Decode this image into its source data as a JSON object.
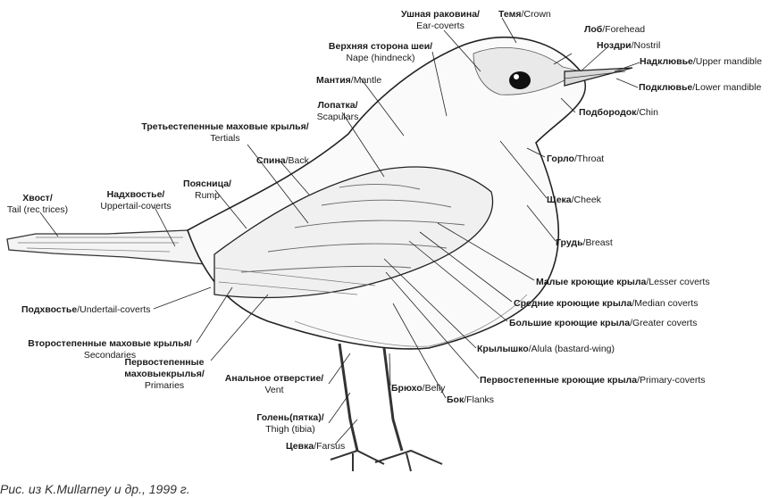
{
  "labels": [
    {
      "id": "ear_coverts",
      "ru": "Ушная раковина/",
      "en": "Ear-coverts"
    },
    {
      "id": "crown",
      "ru": "Темя",
      "en": "/Crown"
    },
    {
      "id": "forehead",
      "ru": "Лоб",
      "en": "/Forehead"
    },
    {
      "id": "nostril",
      "ru": "Ноздри",
      "en": "/Nostril"
    },
    {
      "id": "upper_mandible",
      "ru": "Надклювье",
      "en": "/Upper mandible"
    },
    {
      "id": "lower_mandible",
      "ru": "Подклювье",
      "en": "/Lower mandible"
    },
    {
      "id": "chin",
      "ru": "Подбородок",
      "en": "/Chin"
    },
    {
      "id": "nape",
      "ru": "Верхняя сторона шеи/",
      "en": "Nape (hindneck)"
    },
    {
      "id": "mantle",
      "ru": "Мантия",
      "en": "/Mantle"
    },
    {
      "id": "scapulars",
      "ru": "Лопатка/",
      "en": "Scapulars"
    },
    {
      "id": "tertials",
      "ru": "Третьестепенные маховые крылья/",
      "en": "Tertials"
    },
    {
      "id": "back",
      "ru": "Спина",
      "en": "/Back"
    },
    {
      "id": "rump",
      "ru": "Поясница/",
      "en": "Rump"
    },
    {
      "id": "uppertail_coverts",
      "ru": "Надхвостье/",
      "en": "Uppertail-coverts"
    },
    {
      "id": "tail",
      "ru": "Хвост/",
      "en": "Tail (rec trices)"
    },
    {
      "id": "throat",
      "ru": "Горло",
      "en": "/Throat"
    },
    {
      "id": "cheek",
      "ru": "Щека",
      "en": "/Cheek"
    },
    {
      "id": "breast",
      "ru": "Грудь",
      "en": "/Breast"
    },
    {
      "id": "lesser_coverts",
      "ru": "Малые кроющие крыла",
      "en": "/Lesser coverts"
    },
    {
      "id": "median_coverts",
      "ru": "Средние кроющие крыла",
      "en": "/Median coverts"
    },
    {
      "id": "greater_coverts",
      "ru": "Большие кроющие крыла",
      "en": "/Greater coverts"
    },
    {
      "id": "alula",
      "ru": "Крылышко",
      "en": "/Alula (bastard-wing)"
    },
    {
      "id": "primary_coverts",
      "ru": "Первостепенные кроющие крыла",
      "en": "/Primary-coverts"
    },
    {
      "id": "undertail_coverts",
      "ru": "Подхвостье",
      "en": "/Undertail-coverts"
    },
    {
      "id": "secondaries",
      "ru": "Второстепенные маховые крылья/",
      "en": "Secondaries"
    },
    {
      "id": "primaries",
      "ru": "Первостепенные маховыекрылья/",
      "en": "Primaries"
    },
    {
      "id": "vent",
      "ru": "Анальное отверстие/",
      "en": "Vent"
    },
    {
      "id": "belly",
      "ru": "Брюхо",
      "en": "/Belly"
    },
    {
      "id": "flanks",
      "ru": "Бок",
      "en": "/Flanks"
    },
    {
      "id": "thigh",
      "ru": "Голень(пятка)/",
      "en": "Thigh (tibia)"
    },
    {
      "id": "tarsus",
      "ru": "Цевка",
      "en": "/Farsus"
    }
  ],
  "caption": "Рис. из K.Mullarney и др., 1999 г."
}
